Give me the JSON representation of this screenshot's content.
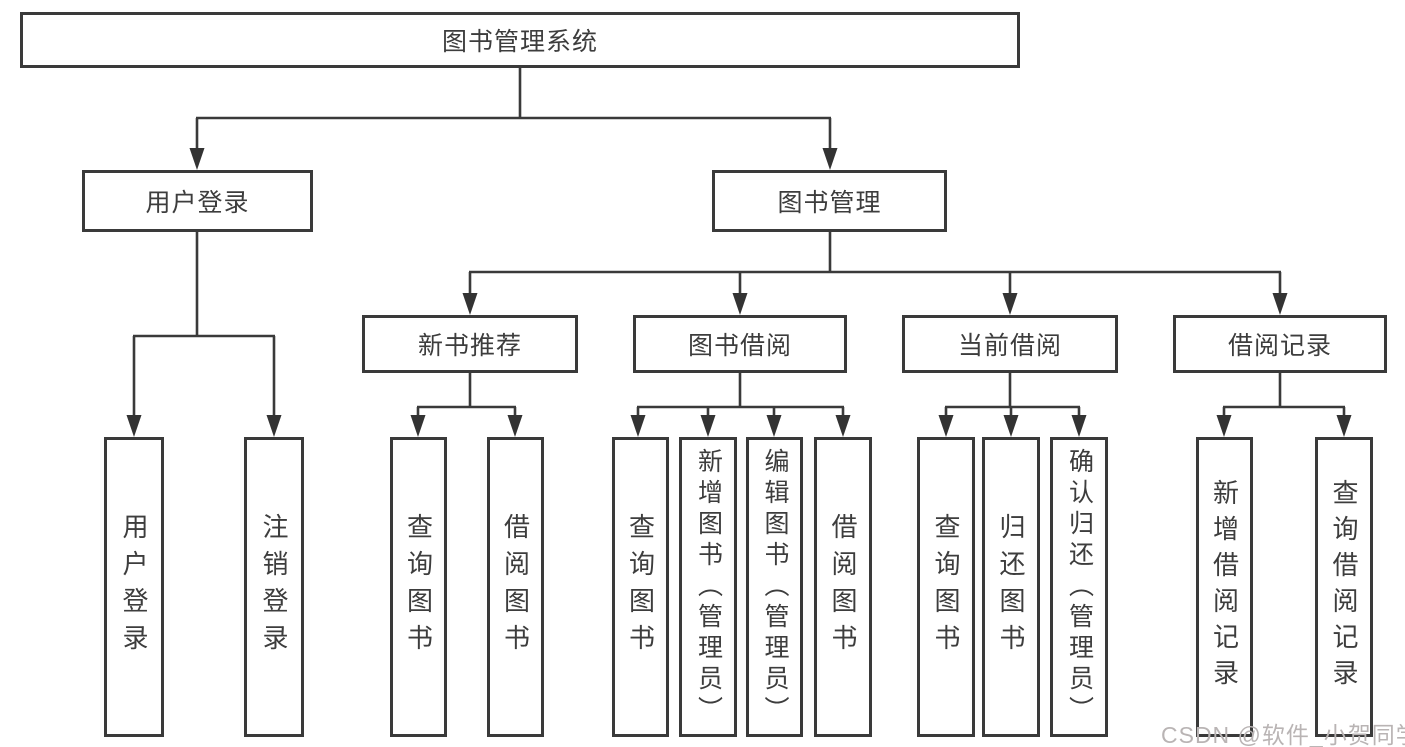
{
  "tree": {
    "label": "图书管理系统",
    "children": [
      {
        "label": "用户登录",
        "children": [
          {
            "label": "用户登录"
          },
          {
            "label": "注销登录"
          }
        ]
      },
      {
        "label": "图书管理",
        "children": [
          {
            "label": "新书推荐",
            "children": [
              {
                "label": "查询图书"
              },
              {
                "label": "借阅图书"
              }
            ]
          },
          {
            "label": "图书借阅",
            "children": [
              {
                "label": "查询图书"
              },
              {
                "label": "新增图书（管理员）"
              },
              {
                "label": "编辑图书（管理员）"
              },
              {
                "label": "借阅图书"
              }
            ]
          },
          {
            "label": "当前借阅",
            "children": [
              {
                "label": "查询图书"
              },
              {
                "label": "归还图书"
              },
              {
                "label": "确认归还（管理员）"
              }
            ]
          },
          {
            "label": "借阅记录",
            "children": [
              {
                "label": "新增借阅记录"
              },
              {
                "label": "查询借阅记录"
              }
            ]
          }
        ]
      }
    ]
  },
  "watermark": "CSDN @软件_小贺同学",
  "colors": {
    "border": "#3a3a3a",
    "line": "#3a3a3a",
    "text": "#3d3d3d",
    "watermark": "#b9b4b4",
    "background": "#ffffff"
  }
}
